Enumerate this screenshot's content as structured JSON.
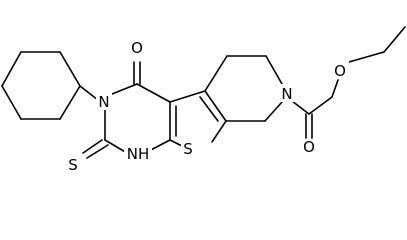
{
  "molecule": {
    "atoms": {
      "n3": "N",
      "o4": "O",
      "s2": "S",
      "nh1": "NH",
      "s_thio": "S",
      "n7": "N",
      "o_ester": "O",
      "o_carbonyl": "O"
    }
  }
}
